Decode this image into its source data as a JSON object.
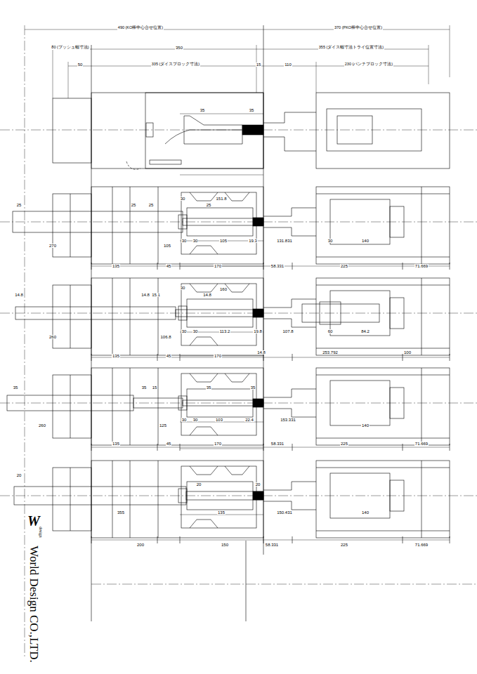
{
  "diagram": {
    "labels": [
      "490 (KO棒中心合せ位置)",
      "370 (PKO棒中心合せ位置)",
      "80 (ブッシュ幅寸法)",
      "350",
      "355 (ダイス幅寸法トライ位置寸法)",
      "50",
      "335 (ダイスブロック寸法)",
      "15",
      "110",
      "230 (パンチブロック寸法)",
      "35",
      "35",
      "25",
      "25",
      "25",
      "30",
      "151.8",
      "25",
      "30",
      "30",
      "105",
      "19.3",
      "131.831",
      "30",
      "140",
      "270",
      "105",
      "135",
      "45",
      "170",
      "58.331",
      "225",
      "71.669",
      "14.8",
      "14.8",
      "15.1",
      "30",
      "14.8",
      "160",
      "30",
      "30",
      "113.2",
      "19.8",
      "107.8",
      "60",
      "84.2",
      "260",
      "106.8",
      "135",
      "45",
      "170",
      "14.8",
      "253.792",
      "100",
      "35",
      "35",
      "15",
      "35",
      "35",
      "30",
      "30",
      "103",
      "22.4",
      "153.331",
      "140",
      "260",
      "125",
      "135",
      "45",
      "170",
      "58.331",
      "225",
      "71.669",
      "20",
      "20",
      "20",
      "355",
      "135",
      "150.431",
      "140",
      "200",
      "150",
      "58.331",
      "225",
      "71.669",
      "W",
      "design",
      "World Design CO.,LTD."
    ]
  }
}
